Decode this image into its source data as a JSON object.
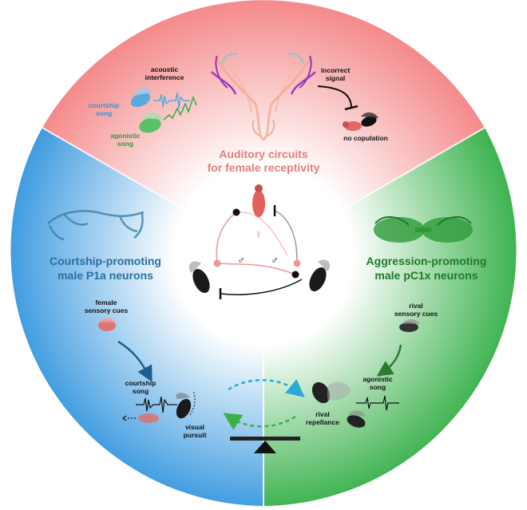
{
  "top": {
    "title_line1": "Auditory circuits",
    "title_line2": "for female receptivity",
    "acoustic_line1": "acoustic",
    "acoustic_line2": "interference",
    "incorrect_line1": "incorrect",
    "incorrect_line2": "signal",
    "no_copulation": "no copulation",
    "courtship_song_line1": "courtship",
    "courtship_song_line2": "song",
    "agonistic_song_line1": "agonistic",
    "agonistic_song_line2": "song"
  },
  "left": {
    "title_line1": "Courtship-promoting",
    "title_line2": "male P1a neurons",
    "female_cues_line1": "female",
    "female_cues_line2": "sensory cues",
    "courtship_song_line1": "courtship",
    "courtship_song_line2": "song",
    "visual_pursuit_line1": "visual",
    "visual_pursuit_line2": "pursuit"
  },
  "right": {
    "title_line1": "Aggression-promoting",
    "title_line2": "male pC1x neurons",
    "rival_cues_line1": "rival",
    "rival_cues_line2": "sensory cues",
    "agonistic_song_line1": "agonistic",
    "agonistic_song_line2": "song",
    "rival_repellance_line1": "rival",
    "rival_repellance_line2": "repellance"
  },
  "center": {
    "female_symbol": "♀",
    "male_symbol_left": "♂",
    "male_symbol_right": "♂"
  },
  "colors": {
    "red": "#f08a85",
    "blue": "#3a8fd0",
    "green": "#3aa84a"
  }
}
